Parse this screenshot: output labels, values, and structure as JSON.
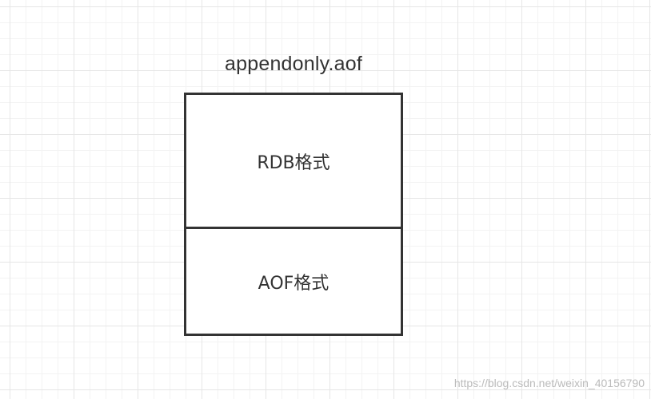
{
  "diagram": {
    "file_name": "appendonly.aof",
    "sections": {
      "rdb_label": "RDB格式",
      "aof_label": "AOF格式"
    }
  },
  "watermark": "https://blog.csdn.net/weixin_40156790"
}
